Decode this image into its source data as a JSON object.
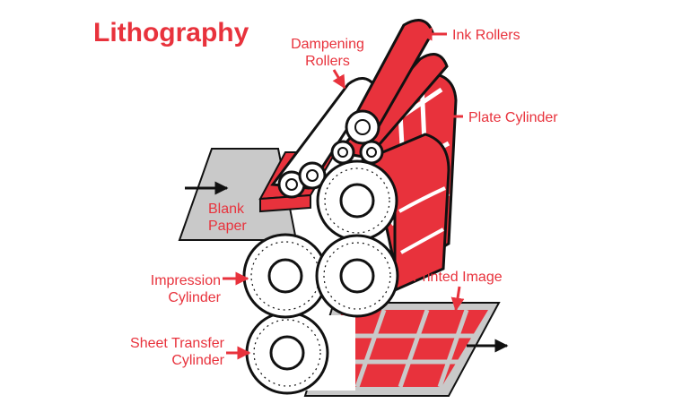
{
  "title": "Lithography",
  "labels": {
    "ink_rollers": "Ink Rollers",
    "dampening_line1": "Dampening",
    "dampening_line2": "Rollers",
    "plate_cylinder": "Plate Cylinder",
    "blank_line1": "Blank",
    "blank_line2": "Paper",
    "impression_line1": "Impression",
    "impression_line2": "Cylinder",
    "printed_image": "Printed Image",
    "transfer_line1": "Sheet Transfer",
    "transfer_line2": "Cylinder"
  },
  "colors": {
    "accent": "#e8323c",
    "ink": "#111111",
    "sheet": "#c9c9c9",
    "paper": "#ffffff"
  }
}
